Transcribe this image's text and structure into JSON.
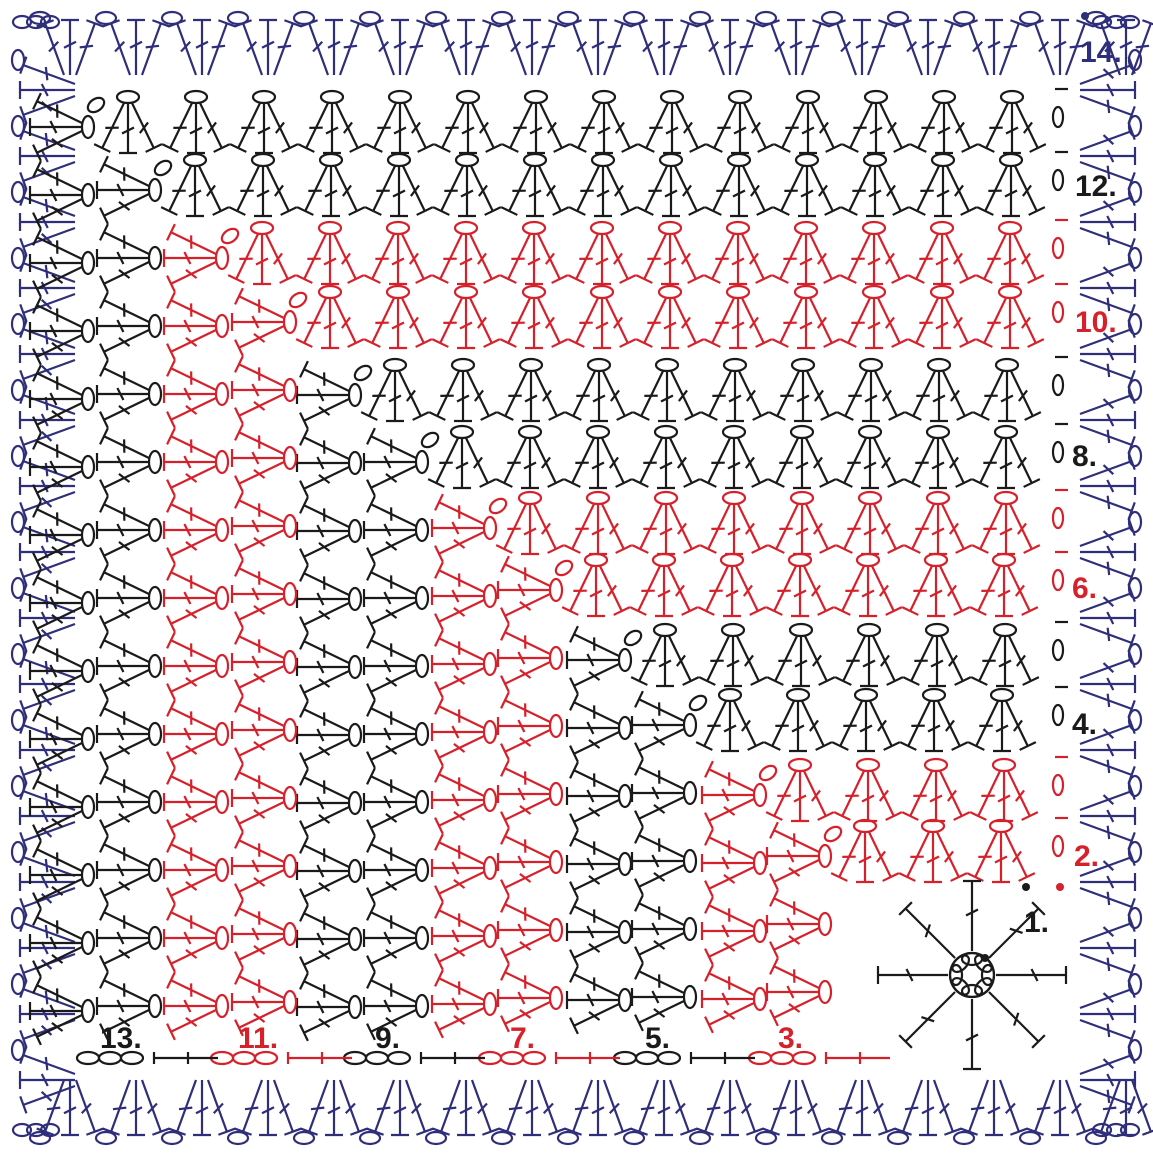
{
  "diagram": {
    "kind": "crochet-chart-square",
    "colors": {
      "black": "#1a1a1a",
      "red": "#d6202a",
      "navy": "#2e2e7a",
      "background": "#ffffff"
    },
    "row_labels": [
      {
        "text": "1.",
        "color": "black"
      },
      {
        "text": "2.",
        "color": "red"
      },
      {
        "text": "3.",
        "color": "red"
      },
      {
        "text": "4.",
        "color": "black"
      },
      {
        "text": "5.",
        "color": "black"
      },
      {
        "text": "6.",
        "color": "red"
      },
      {
        "text": "7.",
        "color": "red"
      },
      {
        "text": "8.",
        "color": "black"
      },
      {
        "text": "9.",
        "color": "black"
      },
      {
        "text": "10.",
        "color": "red"
      },
      {
        "text": "11.",
        "color": "red"
      },
      {
        "text": "12.",
        "color": "black"
      },
      {
        "text": "13.",
        "color": "black"
      },
      {
        "text": "14.",
        "color": "navy"
      }
    ],
    "rows": [
      {
        "row": 1,
        "color": "black"
      },
      {
        "row": 2,
        "color": "red"
      },
      {
        "row": 3,
        "color": "red"
      },
      {
        "row": 4,
        "color": "black"
      },
      {
        "row": 5,
        "color": "black"
      },
      {
        "row": 6,
        "color": "red"
      },
      {
        "row": 7,
        "color": "red"
      },
      {
        "row": 8,
        "color": "black"
      },
      {
        "row": 9,
        "color": "black"
      },
      {
        "row": 10,
        "color": "red"
      },
      {
        "row": 11,
        "color": "red"
      },
      {
        "row": 12,
        "color": "black"
      },
      {
        "row": 13,
        "color": "black"
      },
      {
        "row": 14,
        "color": "navy"
      }
    ],
    "symbols": [
      "double-crochet",
      "chain-stitch",
      "slip-stitch"
    ]
  }
}
